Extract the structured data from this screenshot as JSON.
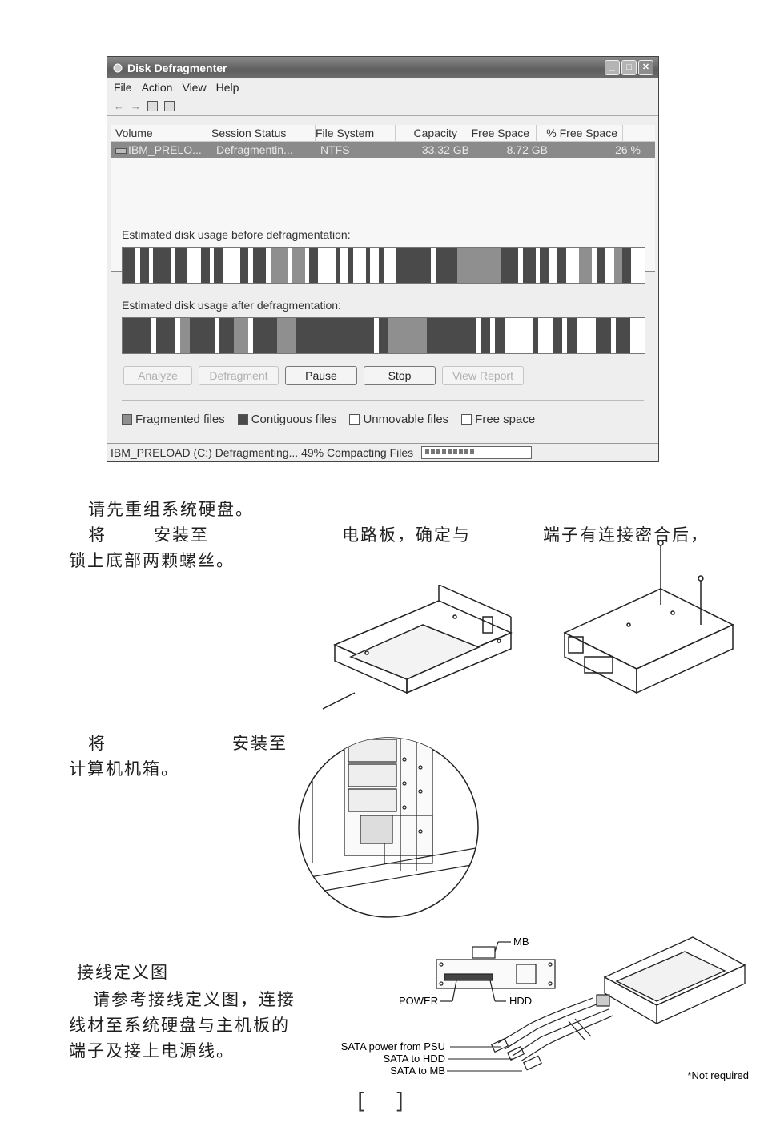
{
  "window": {
    "title": "Disk Defragmenter",
    "controls": [
      "_",
      "□",
      "✕"
    ],
    "menu": [
      "File",
      "Action",
      "View",
      "Help"
    ],
    "toolbar": [
      "←",
      "→"
    ],
    "columns": [
      "Volume",
      "Session Status",
      "File System",
      "Capacity",
      "Free Space",
      "% Free Space"
    ],
    "row": [
      "IBM_PRELO...",
      "Defragmentin...",
      "NTFS",
      "33.32 GB",
      "8.72 GB",
      "26 %"
    ],
    "before_label": "Estimated disk usage before defragmentation:",
    "after_label": "Estimated disk usage after defragmentation:",
    "buttons": {
      "analyze": "Analyze",
      "defragment": "Defragment",
      "pause": "Pause",
      "stop": "Stop",
      "view_report": "View Report"
    },
    "legend": [
      "Fragmented files",
      "Contiguous files",
      "Unmovable files",
      "Free space"
    ],
    "status_text": "IBM_PRELOAD (C:) Defragmenting... 49%  Compacting Files",
    "progress": 0.49,
    "colors": {
      "fragmented": "#8f8f8f",
      "contiguous": "#4a4a4a",
      "unmovable": "#ffffff",
      "free": "#ffffff"
    }
  },
  "instructions": {
    "step1": "请先重组系统硬盘。",
    "step2_a": "将",
    "step2_b": "安装至",
    "step2_c": "电路板，确定与",
    "step2_d": "端子有连接密合后，",
    "step2_e": "锁上底部两颗螺丝。",
    "step3_a": "将",
    "step3_b": "安装至",
    "step3_c": "计算机机箱。",
    "wiring_title": "接线定义图",
    "wiring_line1": "请参考接线定义图，连接",
    "wiring_line2": "线材至系统硬盘与主机板的",
    "wiring_line3": "端子及接上电源线。"
  },
  "wiring_diagram": {
    "mb": "MB",
    "power": "POWER",
    "hdd": "HDD",
    "sata_power": "SATA power from PSU",
    "sata_hdd": "SATA to HDD",
    "sata_mb": "SATA to MB",
    "not_required": "*Not required"
  },
  "footer": {
    "left": "[",
    "right": "]"
  }
}
